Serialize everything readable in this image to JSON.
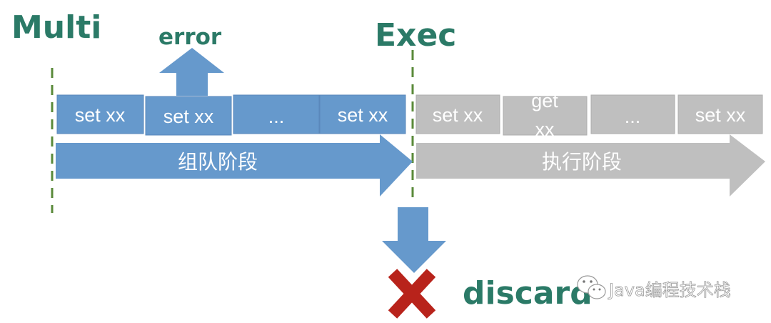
{
  "labels": {
    "multi": "Multi",
    "exec": "Exec",
    "error": "error",
    "discard": "discard"
  },
  "queue_phase": {
    "label": "组队阶段",
    "commands": [
      "set xx",
      "set xx",
      "...",
      "set xx"
    ]
  },
  "exec_phase": {
    "label": "执行阶段",
    "commands": [
      "set xx",
      "get xx",
      "...",
      "set xx"
    ]
  },
  "watermark": "Java编程技术栈",
  "colors": {
    "blue": "#6699cc",
    "gray": "#bfbfbf",
    "green_text": "#2b7a67",
    "dashed_line": "#5a8a3a",
    "red_x": "#b8231b"
  }
}
